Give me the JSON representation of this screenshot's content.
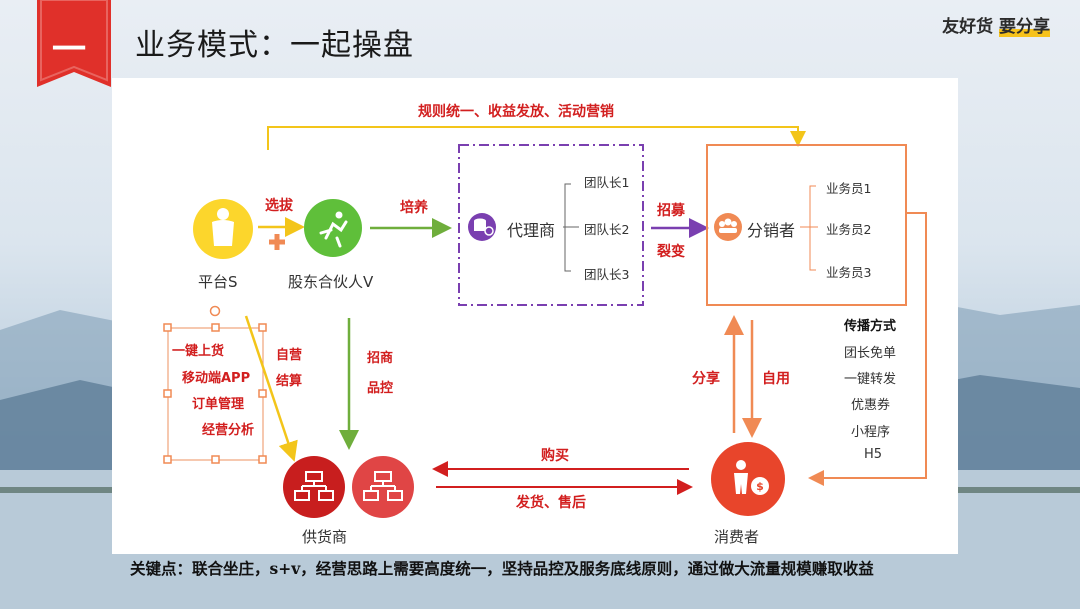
{
  "header": {
    "badge_text": "一",
    "title": "业务模式：一起操盘",
    "brand_prefix": "友好货",
    "brand_suffix": "要分享"
  },
  "diagram": {
    "top_loop_label": "规则统一、收益发放、活动营销",
    "nodes": {
      "platform": "平台S",
      "partner": "股东合伙人V",
      "agent": "代理商",
      "distributor": "分销者",
      "supplier": "供货商",
      "consumer": "消费者"
    },
    "edges": {
      "select": "选拔",
      "train": "培养",
      "recruit": "招募",
      "fission": "裂变",
      "self_run": "自营",
      "settle": "结算",
      "merchant": "招商",
      "qc": "品控",
      "share": "分享",
      "self_use": "自用",
      "buy": "购买",
      "ship": "发货、售后"
    },
    "team_leaders": [
      "团队长1",
      "团队长2",
      "团队长3"
    ],
    "salesmen": [
      "业务员1",
      "业务员2",
      "业务员3"
    ],
    "platform_features": [
      "一键上货",
      "移动端APP",
      "订单管理",
      "经营分析"
    ],
    "spread": {
      "title": "传播方式",
      "items": [
        "团长免单",
        "一键转发",
        "优惠券",
        "小程序",
        "H5"
      ]
    }
  },
  "footer": "关键点：联合坐庄，s+v，经营思路上需要高度统一，坚持品控及服务底线原则，通过做大流量规模赚取收益",
  "colors": {
    "red": "#d21f1f",
    "yellow": "#f3c51a",
    "green": "#6fae3c",
    "purple": "#7a3fb0",
    "orange": "#f08a54"
  }
}
